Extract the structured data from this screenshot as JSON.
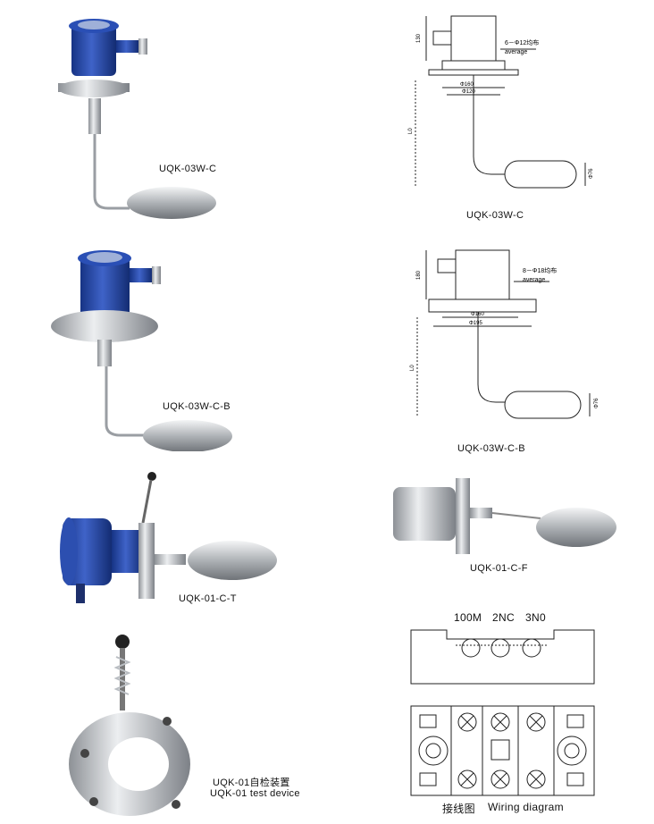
{
  "products": [
    {
      "label": "UQK-03W-C"
    },
    {
      "label": "UQK-03W-C-B"
    },
    {
      "label": "UQK-01-C-T"
    },
    {
      "label": "UQK-01自检装置",
      "label_en": "UQK-01 test device"
    }
  ],
  "drawings": [
    {
      "label": "UQK-03W-C",
      "note_cn": "6－Φ12均布",
      "note_en": "average",
      "dims": [
        "130",
        "Φ160",
        "Φ120",
        "L0",
        "Φ76"
      ]
    },
    {
      "label": "UQK-03W-C-B",
      "note_cn": "8－Φ18均布",
      "note_en": "average",
      "dims": [
        "180",
        "Φ160",
        "Φ195",
        "L0",
        "Φ76"
      ]
    }
  ],
  "photo_f": {
    "label": "UQK-01-C-F"
  },
  "wiring": {
    "terminals": [
      "100M",
      "2NC",
      "3N0"
    ],
    "caption_cn": "接线图",
    "caption_en": "Wiring diagram"
  },
  "colors": {
    "housing_blue": "#1f3fa0",
    "steel": "#c9ccd0",
    "line": "#222222"
  }
}
